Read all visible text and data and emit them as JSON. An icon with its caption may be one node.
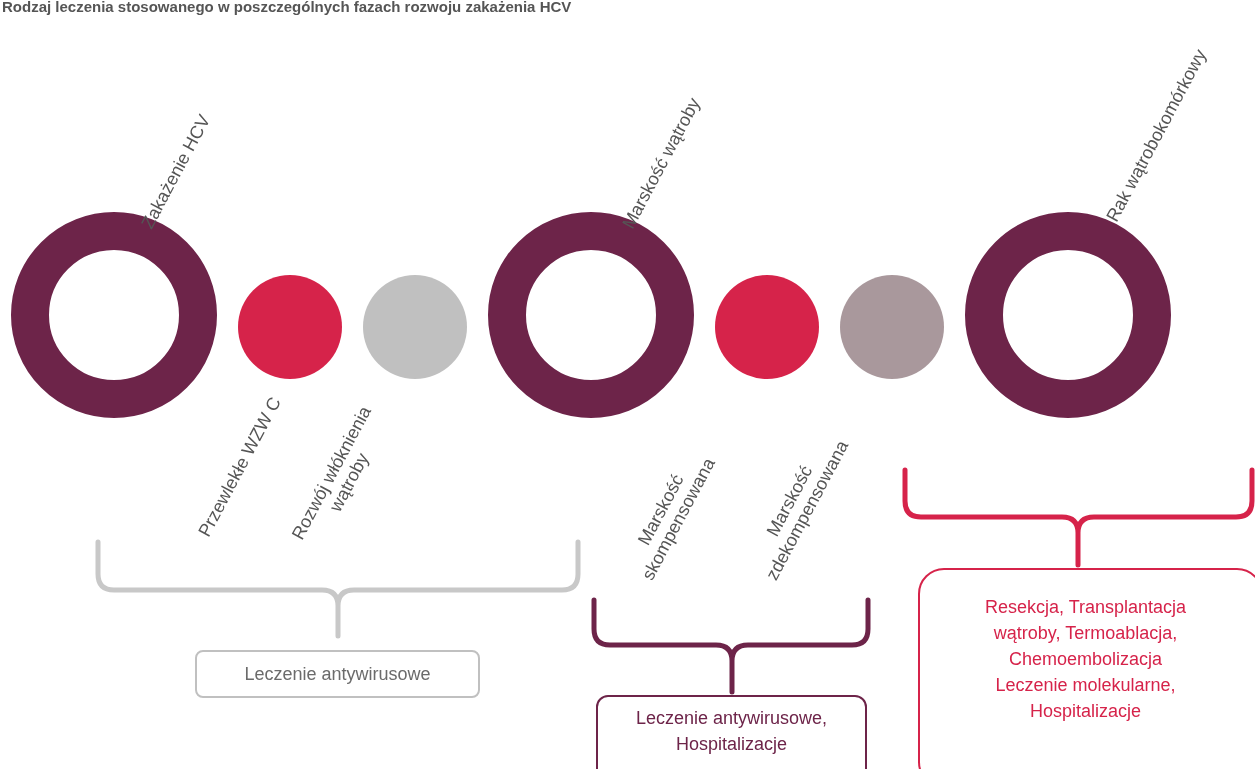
{
  "diagram": {
    "title": "Rodzaj leczenia stosowanego w poszczególnych fazach rozwoju zakażenia HCV",
    "nodes": [
      {
        "text": [],
        "shape": "circle",
        "beside": [
          "Zakażenie HCV"
        ]
      },
      {
        "text": [],
        "shape": "circle"
      },
      {
        "text": [],
        "shape": "circle"
      },
      {
        "text": [],
        "shape": "circle",
        "beside": [
          "Marskość wątroby"
        ]
      },
      {
        "text": [],
        "shape": "circle"
      },
      {
        "text": [],
        "shape": "circle"
      },
      {
        "text": [],
        "shape": "circle",
        "beside": [
          "Rak wątrobokomórkowy"
        ]
      },
      {
        "text": [
          "Leczenie antywirusowe"
        ]
      },
      {
        "text": [
          "Leczenie antywirusowe, Hospitalizacje"
        ]
      },
      {
        "text": [
          "Resekcja, Transplantacja wątroby, Termoablacja, Chemoembolizacja Leczenie molekularne, Hospitalizacje"
        ]
      }
    ],
    "labels": [
      "Przewlekłe WZW C",
      "Rozwój włóknienia wątroby",
      "Marskość skompensowana",
      "Marskość zdekompensowana"
    ]
  }
}
